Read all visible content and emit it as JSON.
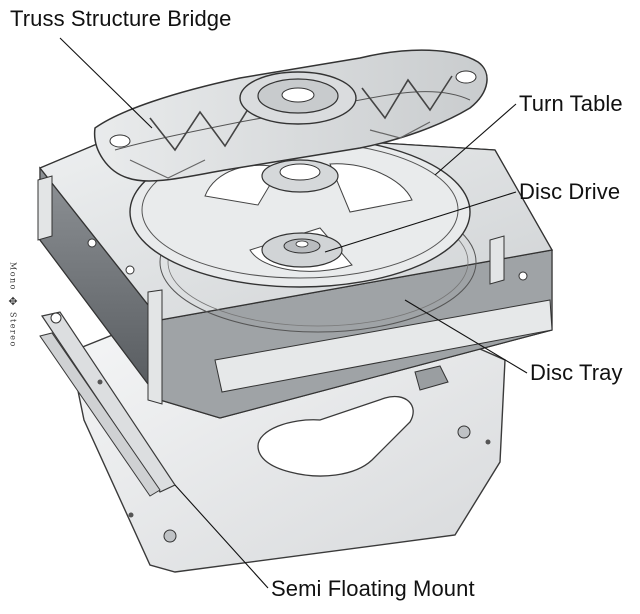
{
  "labels": {
    "truss": "Truss Structure Bridge",
    "turntable": "Turn Table",
    "disc_drive": "Disc Drive",
    "disc_tray": "Disc Tray",
    "mount": "Semi Floating Mount"
  },
  "brand": {
    "word1": "Mono",
    "word2": "Stereo"
  },
  "colors": {
    "text": "#111111",
    "line": "#111111",
    "metal": "#e2e4e6",
    "outline": "#3a3a3a"
  },
  "icons": {
    "brand_mark": "diamond-cross-icon"
  }
}
